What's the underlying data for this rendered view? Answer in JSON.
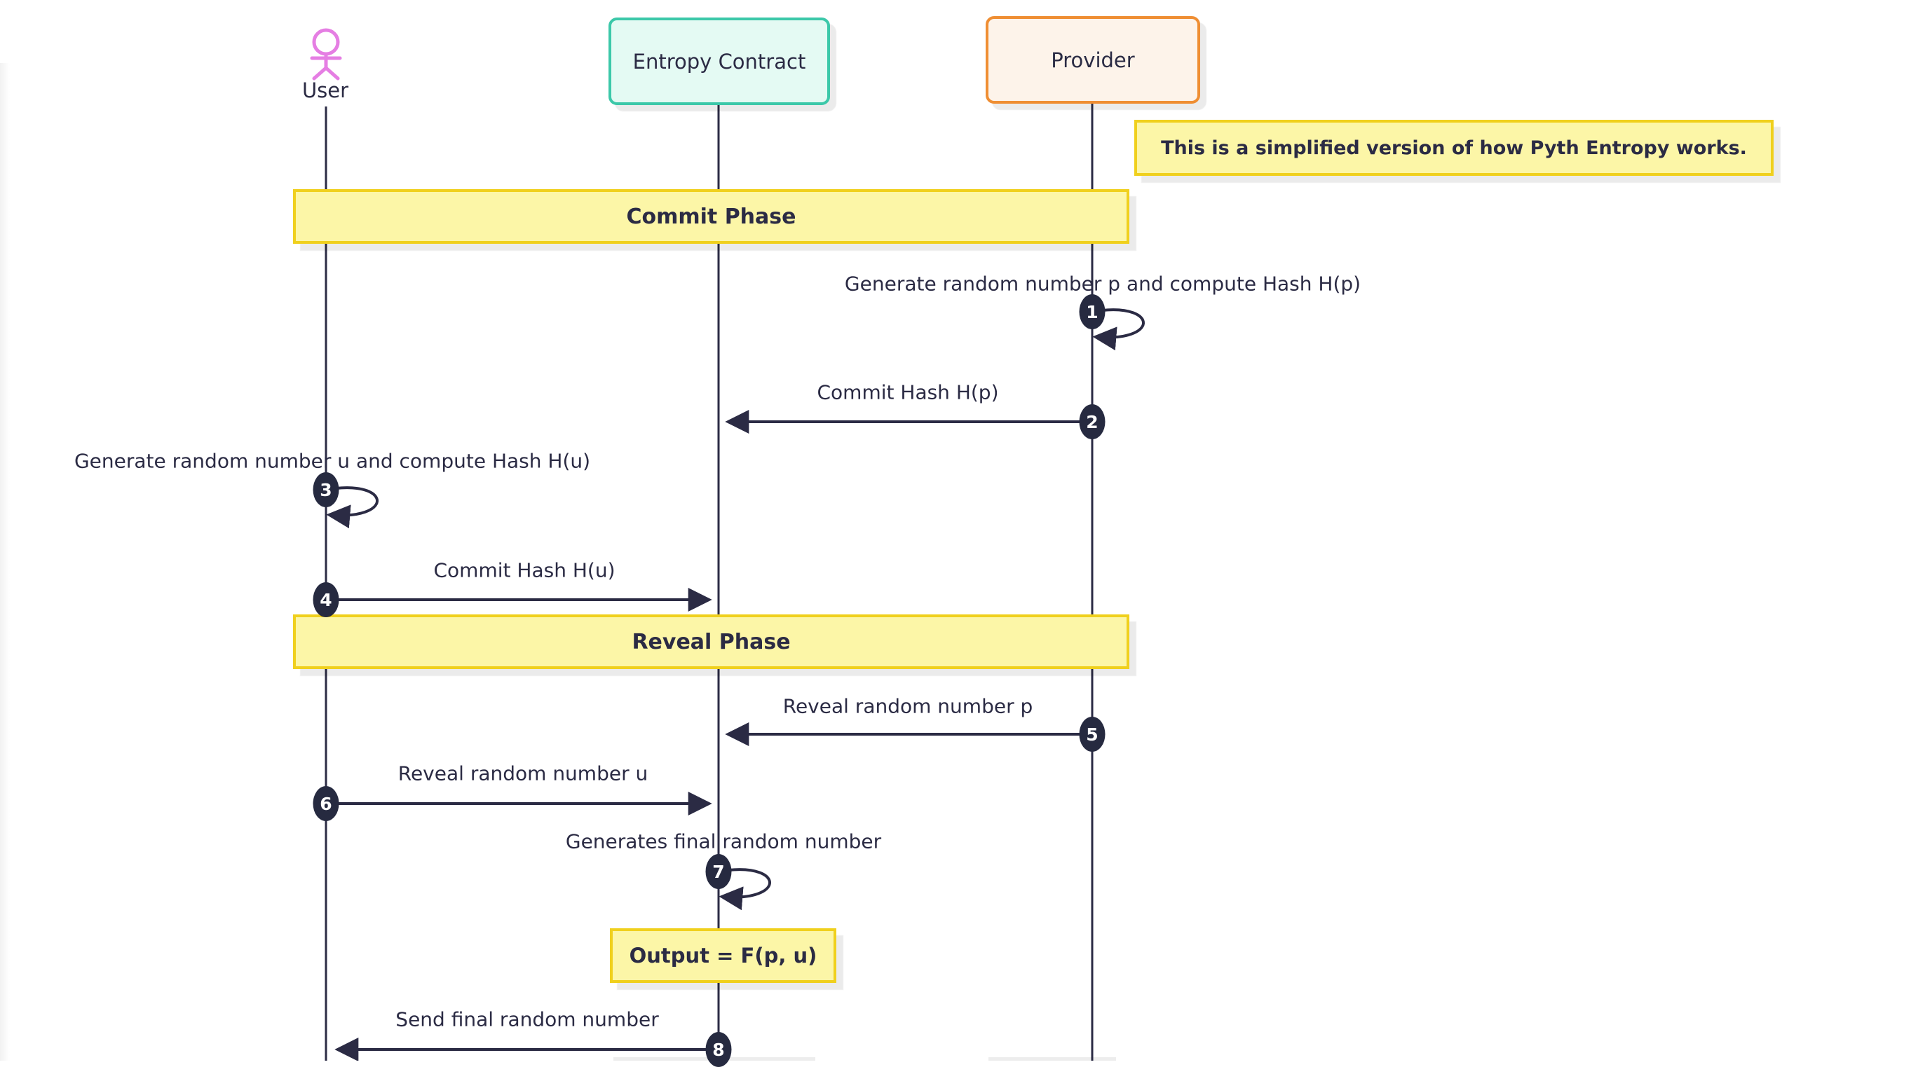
{
  "diagram": {
    "type": "sequence",
    "note": "This is a simplified version of how Pyth Entropy works.",
    "actors": {
      "user": "User",
      "entropy": "Entropy Contract",
      "provider": "Provider"
    },
    "phases": {
      "commit": "Commit Phase",
      "reveal": "Reveal Phase"
    },
    "messages": [
      {
        "num": "1",
        "text": "Generate random number p and compute Hash H(p)",
        "kind": "self",
        "actor": "provider"
      },
      {
        "num": "2",
        "text": "Commit Hash H(p)",
        "kind": "arrow",
        "from": "provider",
        "to": "entropy"
      },
      {
        "num": "3",
        "text": "Generate random number u and compute Hash H(u)",
        "kind": "self",
        "actor": "user"
      },
      {
        "num": "4",
        "text": "Commit Hash H(u)",
        "kind": "arrow",
        "from": "user",
        "to": "entropy"
      },
      {
        "num": "5",
        "text": "Reveal random number p",
        "kind": "arrow",
        "from": "provider",
        "to": "entropy"
      },
      {
        "num": "6",
        "text": "Reveal random number u",
        "kind": "arrow",
        "from": "user",
        "to": "entropy"
      },
      {
        "num": "7",
        "text": "Generates final random number",
        "kind": "self",
        "actor": "entropy"
      },
      {
        "num": "8",
        "text": "Send final random number",
        "kind": "arrow",
        "from": "entropy",
        "to": "user"
      }
    ],
    "output_label": "Output = F(p, u)",
    "colors": {
      "ink": "#2b2b44",
      "badge": "#262a40",
      "user_accent": "#e57ee3",
      "entropy_fill": "#e4faf3",
      "entropy_border": "#3cc8a9",
      "provider_fill": "#fdf3ea",
      "provider_border": "#ef8e33",
      "note_fill": "#fcf6a7",
      "note_border": "#f0d01d"
    }
  }
}
